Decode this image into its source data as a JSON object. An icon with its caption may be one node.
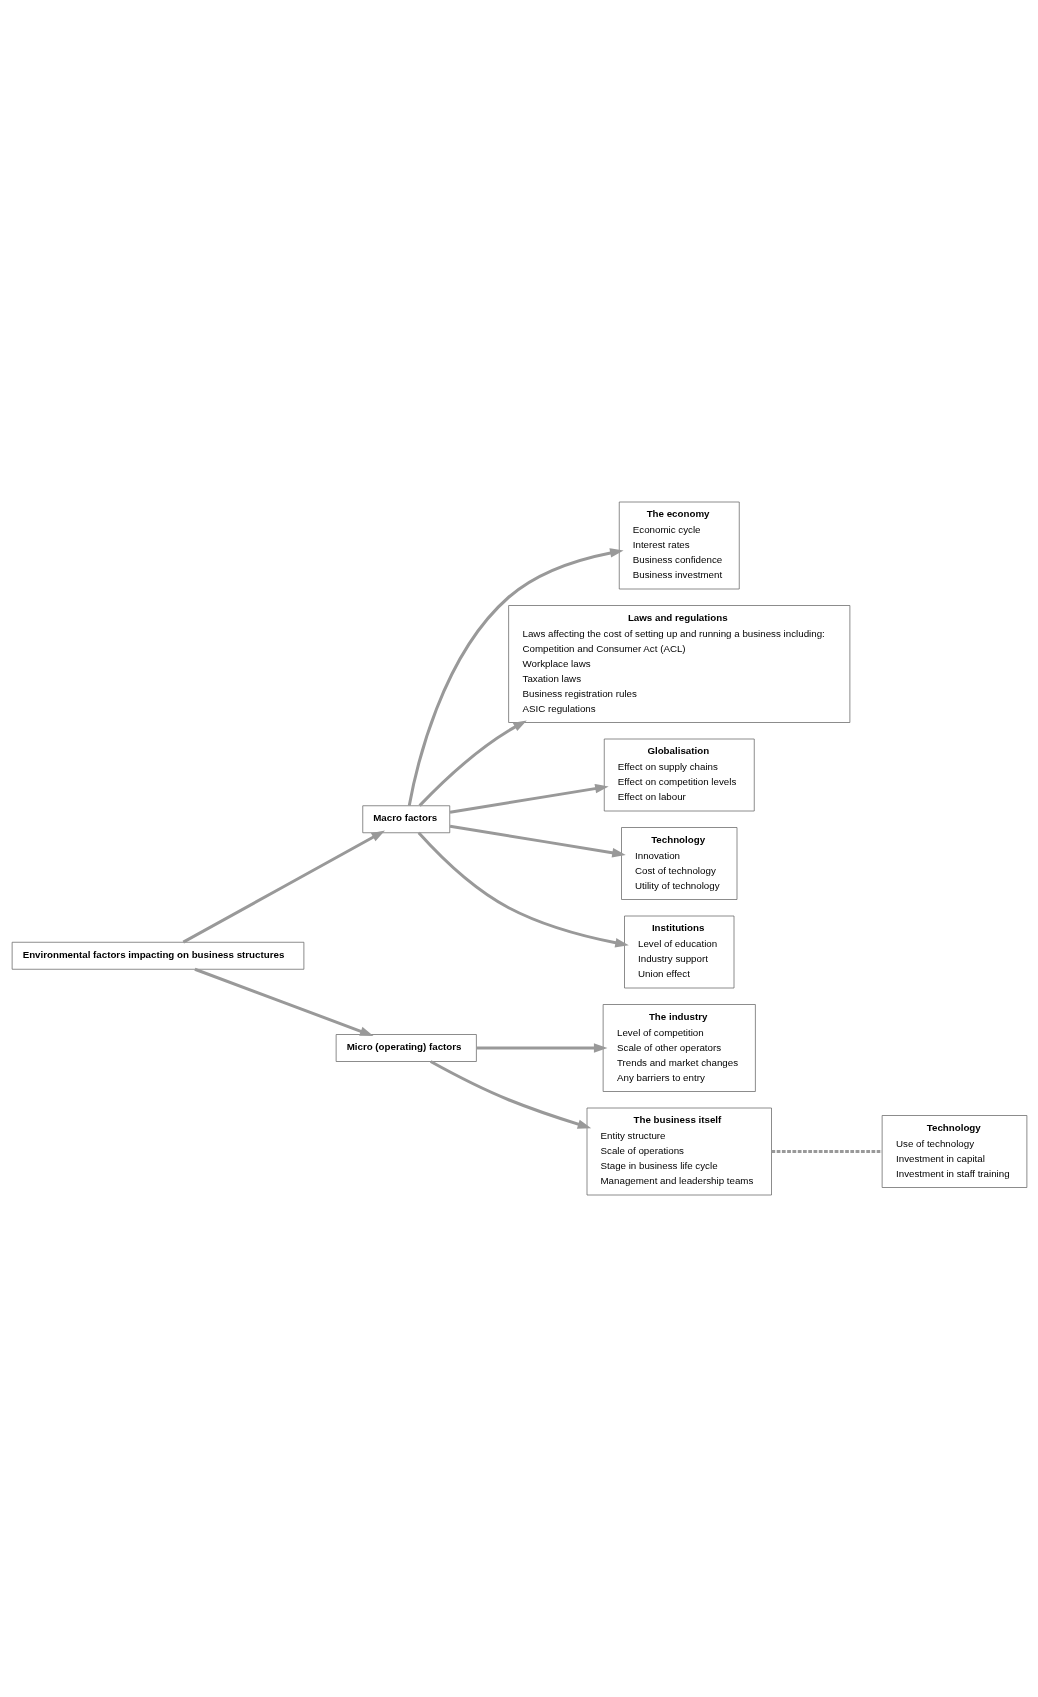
{
  "diagram": {
    "nodes": [
      {
        "text": [
          "Environmental factors impacting on business structures"
        ]
      },
      {
        "text": [
          "Macro factors"
        ]
      },
      {
        "text": [
          "Micro (operating) factors"
        ]
      },
      {
        "text": [
          "The economy",
          "Economic cycle",
          "Interest rates",
          "Business confidence",
          "Business investment"
        ]
      },
      {
        "text": [
          "Laws and regulations",
          "Laws affecting the cost of setting up and running a business including:",
          "Competition and Consumer Act (ACL)",
          "Workplace laws",
          "Taxation laws",
          "Business registration rules",
          "ASIC regulations"
        ]
      },
      {
        "text": [
          "Globalisation",
          "Effect on supply chains",
          "Effect on competition levels",
          "Effect on labour"
        ]
      },
      {
        "text": [
          "Technology",
          "Innovation",
          "Cost of technology",
          "Utility of technology"
        ]
      },
      {
        "text": [
          "Institutions",
          "Level of education",
          "Industry support",
          "Union effect"
        ]
      },
      {
        "text": [
          "The industry",
          "Level of competition",
          "Scale of other operators",
          "Trends and market changes",
          "Any barriers to entry"
        ]
      },
      {
        "text": [
          "The business itself",
          "Entity structure",
          "Scale of operations",
          "Stage in business life cycle",
          "Management and leadership teams"
        ]
      },
      {
        "text": [
          "Technology",
          "Use of technology",
          "Investment in capital",
          "Investment in staff training"
        ]
      }
    ],
    "edges": [
      {
        "from": 0,
        "to": 1,
        "arrow": "to"
      },
      {
        "from": 0,
        "to": 2,
        "arrow": "to"
      },
      {
        "from": 1,
        "to": 3,
        "arrow": "to"
      },
      {
        "from": 1,
        "to": 4,
        "arrow": "to"
      },
      {
        "from": 1,
        "to": 5,
        "arrow": "to"
      },
      {
        "from": 1,
        "to": 6,
        "arrow": "to"
      },
      {
        "from": 1,
        "to": 7,
        "arrow": "to"
      },
      {
        "from": 2,
        "to": 8,
        "arrow": "to"
      },
      {
        "from": 2,
        "to": 9,
        "arrow": "to"
      },
      {
        "from": 9,
        "to": 10,
        "arrow": "none",
        "style": "dashed"
      }
    ]
  }
}
